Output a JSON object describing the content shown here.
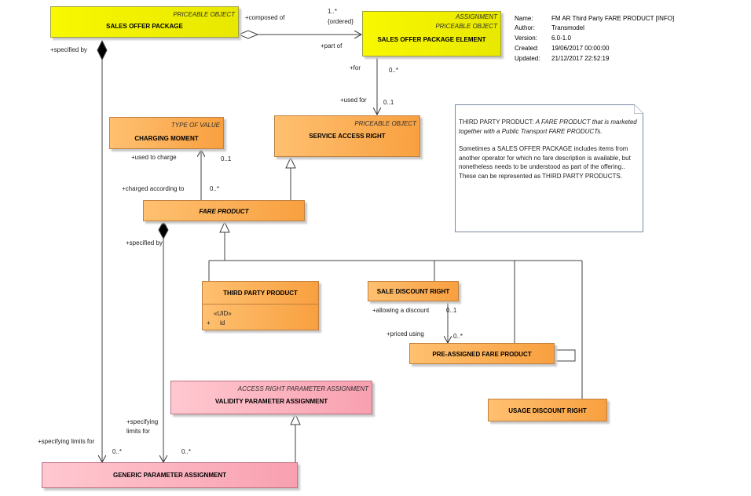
{
  "info": {
    "name_label": "Name:",
    "name_value": "FM AR Third Party FARE PRODUCT [INFO]",
    "author_label": "Author:",
    "author_value": "Transmodel",
    "version_label": "Version:",
    "version_value": "6.0-1.0",
    "created_label": "Created:",
    "created_value": "19/06/2017 00:00:00",
    "updated_label": "Updated:",
    "updated_value": "21/12/2017 22:52:19"
  },
  "classes": {
    "sales_offer_package": {
      "stereotype": "PRICEABLE OBJECT",
      "name": "SALES OFFER PACKAGE"
    },
    "sales_offer_package_element": {
      "stereotype1": "ASSIGNMENT",
      "stereotype2": "PRICEABLE OBJECT",
      "name": "SALES OFFER PACKAGE ELEMENT"
    },
    "charging_moment": {
      "stereotype": "TYPE OF VALUE",
      "name": "CHARGING MOMENT"
    },
    "service_access_right": {
      "stereotype": "PRICEABLE OBJECT",
      "name": "SERVICE ACCESS RIGHT"
    },
    "fare_product": {
      "name": "FARE PRODUCT"
    },
    "third_party_product": {
      "name": "THIRD PARTY PRODUCT",
      "attr_stereo": "«UID»",
      "attr_vis": "+",
      "attr_name": "id"
    },
    "sale_discount_right": {
      "name": "SALE DISCOUNT RIGHT"
    },
    "pre_assigned_fare_product": {
      "name": "PRE-ASSIGNED FARE PRODUCT"
    },
    "usage_discount_right": {
      "name": "USAGE DISCOUNT RIGHT"
    },
    "validity_parameter_assignment": {
      "stereotype": "ACCESS RIGHT PARAMETER ASSIGNMENT",
      "name": "VALIDITY PARAMETER ASSIGNMENT"
    },
    "generic_parameter_assignment": {
      "name": "GENERIC PARAMETER ASSIGNMENT"
    }
  },
  "labels": {
    "composed_of": "+composed of",
    "mult_1_many": "1..*",
    "ordered": "{ordered}",
    "part_of": "+part of",
    "specified_by_1": "+specified by",
    "for": "+for",
    "mult_0_many_for": "0..*",
    "used_for": "+used for",
    "mult_0_1_used_for": "0..1",
    "used_to_charge": "+used to charge",
    "mult_0_1_charge": "0..1",
    "charged_according_to": "+charged according to",
    "mult_0_many_charged": "0..*",
    "specified_by_2": "+specified by",
    "allowing_a_discount": "+allowing a discount",
    "mult_0_1_allowing": "0..1",
    "priced_using": "+priced using",
    "mult_0_many_priced": "0..*",
    "specifying_1": "+specifying",
    "limits_for": "limits for",
    "specifying_limits_for": "+specifying limits for",
    "mult_0_many_gpa_left": "0..*",
    "mult_0_many_gpa_right": "0..*"
  },
  "note": {
    "para1_plain": "THIRD PARTY PRODUCT: ",
    "para1_italic": "A FARE PRODUCT that is marketed together with a Public Transport FARE PRODUCTs.",
    "para2": "Sometimes a SALES OFFER PACKAGE includes items from another operator for which no fare description is available, but nonetheless needs to be understood as part of the offering.. These can be represented as THIRD PARTY PRODUCTS."
  }
}
